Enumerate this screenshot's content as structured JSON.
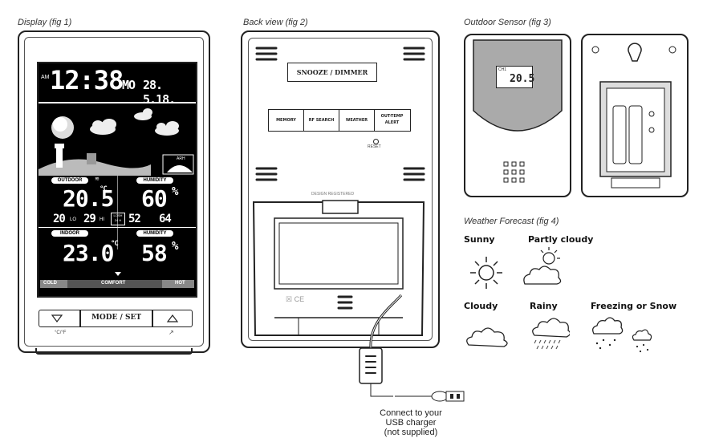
{
  "captions": {
    "fig1": "Display (fig 1)",
    "fig2": "Back view (fig 2)",
    "fig3": "Outdoor Sensor (fig 3)",
    "fig4": "Weather Forecast (fig 4)"
  },
  "display": {
    "am": "AM",
    "time": "12:38",
    "day": "MO",
    "date": "28. 5.18.",
    "arh": "ARH",
    "outdoor_label": "OUTDOOR",
    "humidity_label": "HUMIDITY",
    "outdoor_temp": "20.5",
    "temp_unit": "°C",
    "outdoor_humidity": "60",
    "percent": "%",
    "min_temp": "20",
    "max_temp": "29",
    "lo": "LO",
    "hi": "HI",
    "period_1": "LOSH",
    "period_2": "24 H",
    "min_hum": "52",
    "max_hum": "64",
    "indoor_label": "INDOOR",
    "indoor_humidity_label": "HUMIDITY",
    "indoor_temp": "23.0",
    "indoor_humidity": "58",
    "cold": "COLD",
    "comfort": "COMFORT",
    "hot": "HOT",
    "mode_button": "MODE / SET",
    "unit_toggle": "°C/°F"
  },
  "back": {
    "snooze": "SNOOZE / DIMMER",
    "buttons": [
      "MEMORY",
      "RF SEARCH",
      "WEATHER",
      "OUT-TEMP ALERT"
    ],
    "reset": "RESET",
    "design": "DESIGN REGISTERED",
    "usb_note_1": "Connect to your",
    "usb_note_2": "USB charger",
    "usb_note_3": "(not supplied)"
  },
  "sensor": {
    "ch": "CH1",
    "reading": "20.5"
  },
  "forecast": {
    "items": [
      {
        "label": "Sunny",
        "icon": "sun-icon"
      },
      {
        "label": "Partly cloudy",
        "icon": "partly-cloudy-icon"
      },
      {
        "label": "Cloudy",
        "icon": "cloud-icon"
      },
      {
        "label": "Rainy",
        "icon": "rain-icon"
      },
      {
        "label": "Freezing or Snow",
        "icon": "snow-icon"
      }
    ]
  }
}
